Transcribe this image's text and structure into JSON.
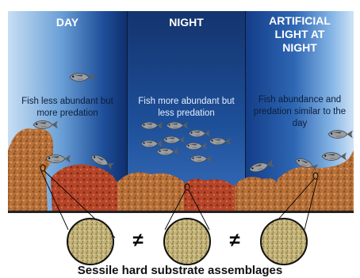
{
  "panels": {
    "day": {
      "title": "DAY",
      "text": "Fish less abundant but\nmore predation"
    },
    "night": {
      "title": "NIGHT",
      "text": "Fish more abundant but\nless predation"
    },
    "alan": {
      "title": "ARTIFICIAL\nLIGHT AT\nNIGHT",
      "text": "Fish abundance and\npredation similar to the\nday"
    }
  },
  "symbols": {
    "not_equal": "≠"
  },
  "caption": "Sessile hard substrate assemblages",
  "colors": {
    "day_water": "#6a9fd6",
    "night_water": "#1d4f98",
    "rock": "#b8713a",
    "red_rock": "#b5452a",
    "fish": "#8f9396"
  },
  "icons": {
    "fish": "fish-icon",
    "rock": "rock-icon",
    "assemblage": "substrate-circle-icon"
  }
}
